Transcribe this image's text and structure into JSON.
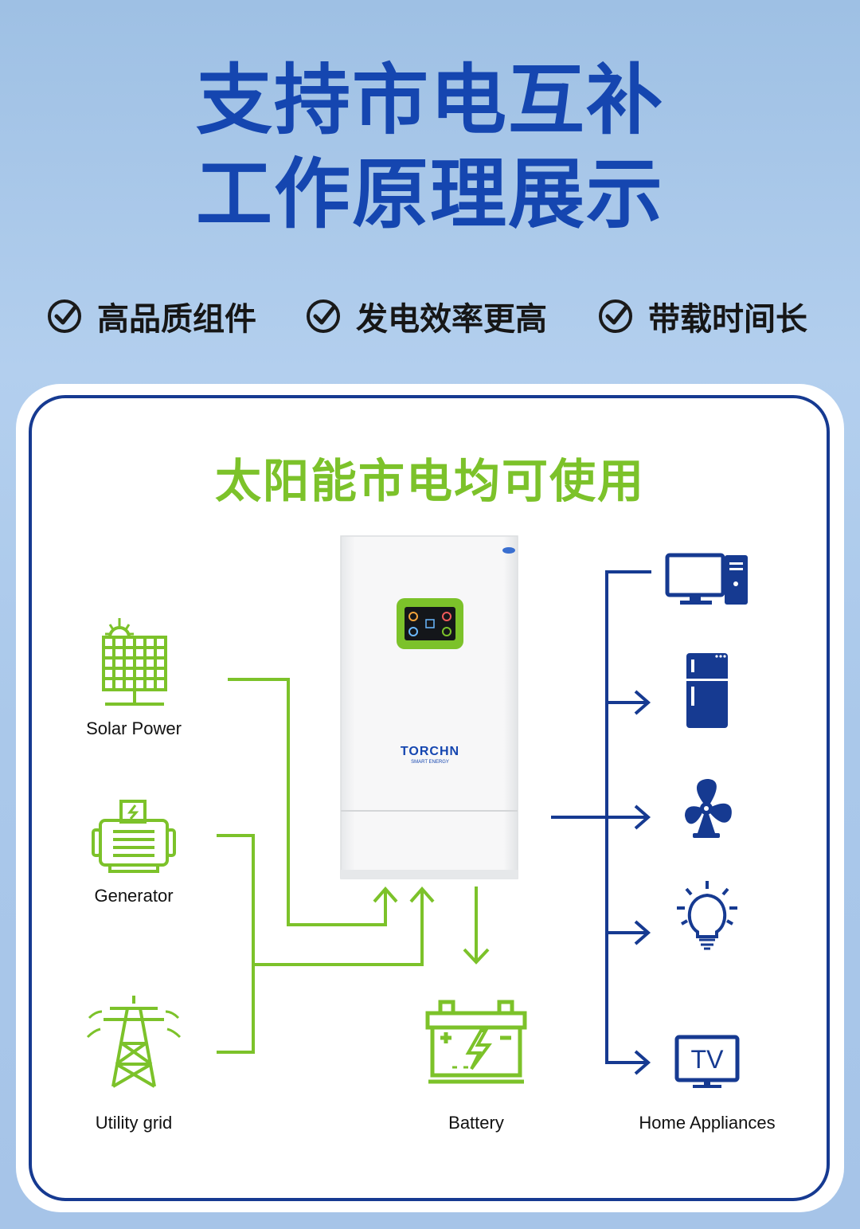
{
  "header": {
    "title_line1": "支持市电互补",
    "title_line2": "工作原理展示"
  },
  "features": [
    {
      "label": "高品质组件",
      "icon": "check-circle-icon"
    },
    {
      "label": "发电效率更高",
      "icon": "check-circle-icon"
    },
    {
      "label": "带载时间长",
      "icon": "check-circle-icon"
    }
  ],
  "card": {
    "title": "太阳能市电均可使用"
  },
  "sources": [
    {
      "label": "Solar Power",
      "icon": "solar-panel-icon"
    },
    {
      "label": "Generator",
      "icon": "generator-icon"
    },
    {
      "label": "Utility grid",
      "icon": "power-tower-icon"
    }
  ],
  "inverter": {
    "brand": "TORCHN",
    "tagline": "SMART ENERGY"
  },
  "battery": {
    "label": "Battery",
    "icon": "battery-icon"
  },
  "appliances": {
    "label": "Home Appliances",
    "items": [
      {
        "icon": "computer-icon"
      },
      {
        "icon": "refrigerator-icon"
      },
      {
        "icon": "fan-icon"
      },
      {
        "icon": "light-bulb-icon"
      },
      {
        "icon": "tv-icon",
        "text": "TV"
      }
    ]
  },
  "colors": {
    "title_blue": "#1546b0",
    "accent_green": "#7cc22a",
    "line_navy": "#163a91"
  }
}
